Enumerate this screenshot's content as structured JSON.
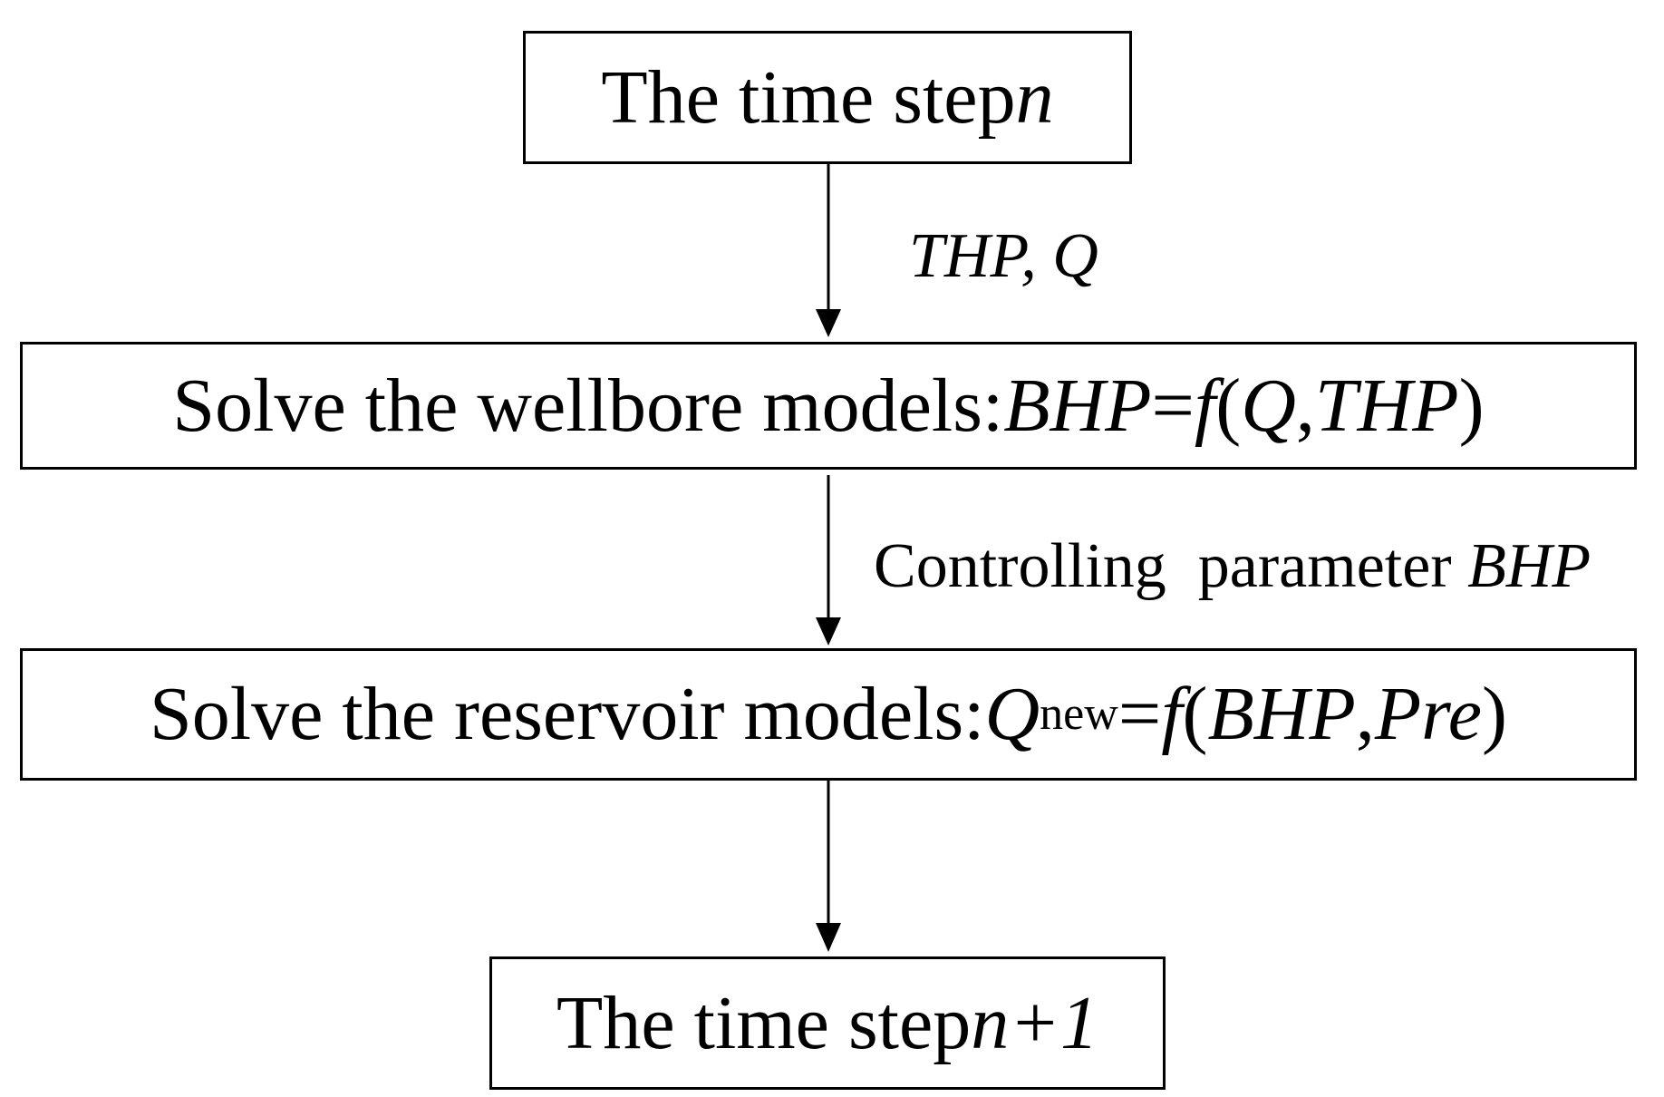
{
  "nodes": {
    "step_n": {
      "text": "The time step ",
      "var": "n"
    },
    "wellbore": {
      "text": "Solve the wellbore models: ",
      "lhs": "BHP",
      "eq": " = ",
      "func": "f",
      "open": " (",
      "arg1": "Q",
      "comma": ", ",
      "arg2": "THP",
      "close": " )"
    },
    "reservoir": {
      "text": "Solve the reservoir models: ",
      "lhs": "Q",
      "lhs_sub": "new",
      "eq": " = ",
      "func": "f",
      "open": " (",
      "arg1": "BHP",
      "comma": ", ",
      "arg2": "Pre",
      "close": " )"
    },
    "step_n1": {
      "text": "The time step ",
      "var": "n+1"
    }
  },
  "edges": {
    "n_to_wellbore": {
      "label": "THP, Q"
    },
    "wellbore_to_reservoir": {
      "label": "Controlling  parameter ",
      "label_var": "BHP"
    },
    "reservoir_to_n1": {
      "label": ""
    }
  }
}
